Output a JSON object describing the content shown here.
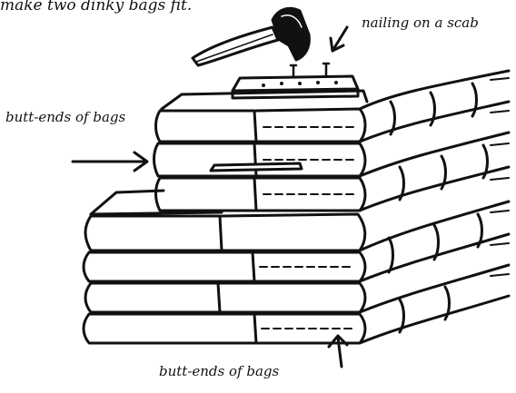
{
  "caption": {
    "text": "make two dinky bags fit."
  },
  "labels": {
    "nailing": "nailing on a scab",
    "butt_ends_left": "butt-ends of bags",
    "butt_ends_bottom": "butt-ends of bags"
  },
  "colors": {
    "ink": "#111111",
    "paper": "#ffffff"
  },
  "icons": [
    "hammer-icon",
    "nail-icon",
    "arrow-icon"
  ]
}
